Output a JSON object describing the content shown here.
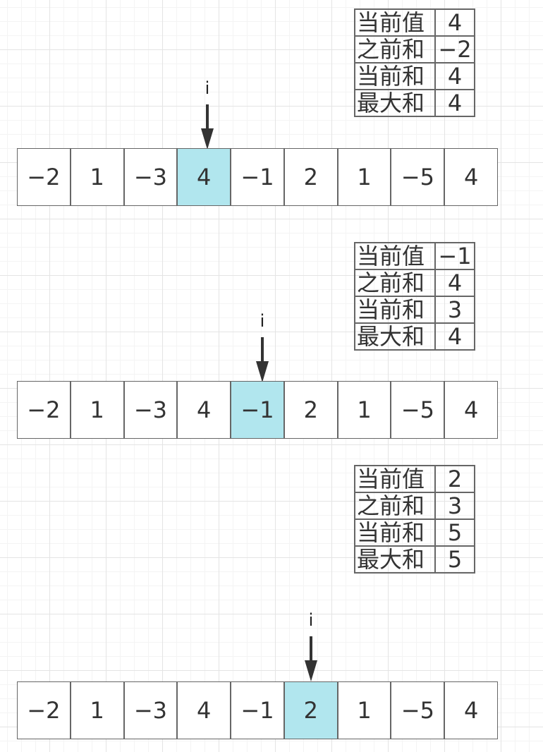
{
  "pointer_label": "i",
  "highlight_color": "#b1e6ee",
  "steps": [
    {
      "current_index": 3,
      "table": [
        {
          "label": "当前值",
          "value": "4"
        },
        {
          "label": "之前和",
          "value": "−2"
        },
        {
          "label": "当前和",
          "value": "4"
        },
        {
          "label": "最大和",
          "value": "4"
        }
      ],
      "array": [
        "−2",
        "1",
        "−3",
        "4",
        "−1",
        "2",
        "1",
        "−5",
        "4"
      ]
    },
    {
      "current_index": 4,
      "table": [
        {
          "label": "当前值",
          "value": "−1"
        },
        {
          "label": "之前和",
          "value": "4"
        },
        {
          "label": "当前和",
          "value": "3"
        },
        {
          "label": "最大和",
          "value": "4"
        }
      ],
      "array": [
        "−2",
        "1",
        "−3",
        "4",
        "−1",
        "2",
        "1",
        "−5",
        "4"
      ]
    },
    {
      "current_index": 5,
      "table": [
        {
          "label": "当前值",
          "value": "2"
        },
        {
          "label": "之前和",
          "value": "3"
        },
        {
          "label": "当前和",
          "value": "5"
        },
        {
          "label": "最大和",
          "value": "5"
        }
      ],
      "array": [
        "−2",
        "1",
        "−3",
        "4",
        "−1",
        "2",
        "1",
        "−5",
        "4"
      ]
    }
  ]
}
